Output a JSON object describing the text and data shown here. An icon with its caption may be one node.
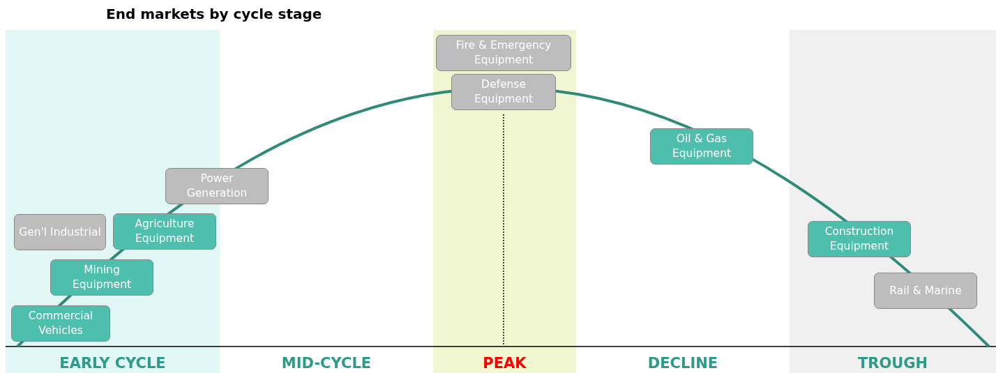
{
  "diagram": {
    "title": "End markets by cycle stage",
    "nodes": [
      {
        "text": [
          "EARLY CYCLE"
        ]
      },
      {
        "text": [
          "MID-CYCLE"
        ]
      },
      {
        "text": [
          "PEAK"
        ]
      },
      {
        "text": [
          "DECLINE"
        ]
      },
      {
        "text": [
          "TROUGH"
        ]
      },
      {
        "text": [
          "Fire & Emergency Equipment"
        ],
        "in": 2
      },
      {
        "text": [
          "Defense Equipment"
        ],
        "in": 2
      },
      {
        "text": [
          "Oil & Gas Equipment"
        ],
        "in": 3
      },
      {
        "text": [
          "Power Generation"
        ]
      },
      {
        "text": [
          "Gen'l Industrial"
        ],
        "in": 0
      },
      {
        "text": [
          "Agriculture Equipment"
        ],
        "in": 0
      },
      {
        "text": [
          "Mining Equipment"
        ],
        "in": 0
      },
      {
        "text": [
          "Construction Equipment"
        ],
        "in": 4
      },
      {
        "text": [
          "Commercial Vehicles"
        ],
        "in": 0
      },
      {
        "text": [
          "Rail & Marine"
        ],
        "in": 4
      }
    ],
    "edges": []
  }
}
